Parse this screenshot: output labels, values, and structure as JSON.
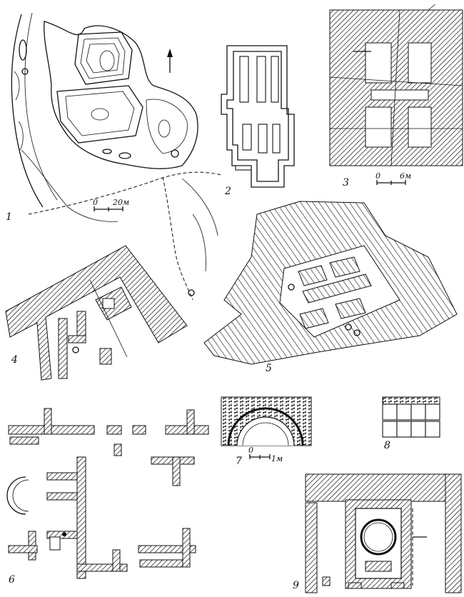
{
  "figures": [
    {
      "id": "fig1",
      "number": "1",
      "scale_zero": "0",
      "scale_value": "20м"
    },
    {
      "id": "fig2",
      "number": "2"
    },
    {
      "id": "fig3",
      "number": "3",
      "scale_zero": "0",
      "scale_value": "6м"
    },
    {
      "id": "fig4",
      "number": "4"
    },
    {
      "id": "fig5",
      "number": "5"
    },
    {
      "id": "fig6",
      "number": "6"
    },
    {
      "id": "fig7",
      "number": "7",
      "scale_zero": "0",
      "scale_value": "1м"
    },
    {
      "id": "fig8",
      "number": "8"
    },
    {
      "id": "fig9",
      "number": "9"
    }
  ]
}
